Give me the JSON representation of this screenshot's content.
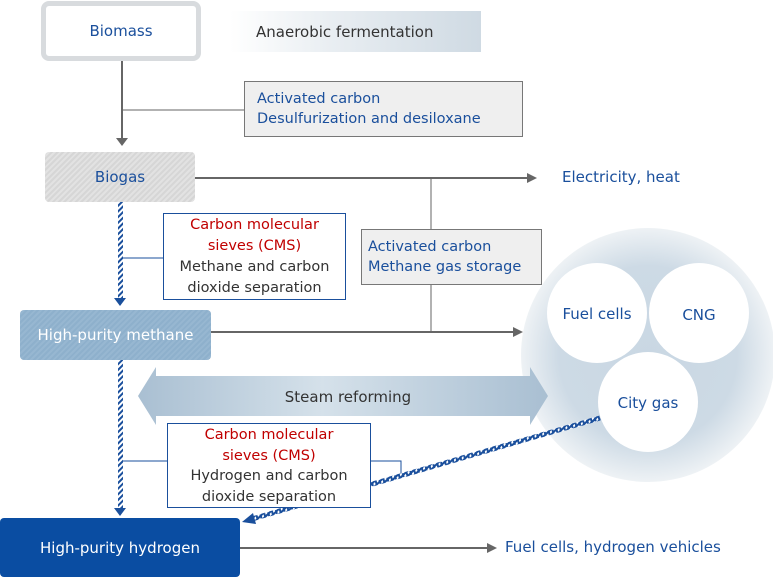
{
  "diagram": {
    "biomass": "Biomass",
    "anaerobic_fermentation": "Anaerobic fermentation",
    "activated_carbon_desulfurization": {
      "line1": "Activated carbon",
      "line2": "Desulfurization and desiloxane"
    },
    "biogas": "Biogas",
    "electricity_heat": "Electricity, heat",
    "cms_methane": {
      "line1": "Carbon molecular",
      "line2": "sieves (CMS)",
      "line3": "Methane and carbon",
      "line4": "dioxide separation"
    },
    "activated_carbon_storage": {
      "line1": "Activated carbon",
      "line2": "Methane gas storage"
    },
    "high_purity_methane": "High-purity methane",
    "utilization": {
      "fuel_cells": "Fuel cells",
      "cng": "CNG",
      "city_gas": "City gas"
    },
    "steam_reforming": "Steam reforming",
    "cms_hydrogen": {
      "line1": "Carbon molecular",
      "line2": "sieves (CMS)",
      "line3": "Hydrogen and carbon",
      "line4": "dioxide separation"
    },
    "high_purity_hydrogen": "High-purity hydrogen",
    "fuel_cells_hydrogen_vehicles": "Fuel cells, hydrogen vehicles"
  },
  "colors": {
    "primary_blue": "#0a4da2",
    "text_blue": "#1a4f9c",
    "cms_red": "#c00000",
    "methane_box": "#8eb0cc",
    "biogas_box": "#d6d6d6",
    "connector_gray": "#666666"
  }
}
